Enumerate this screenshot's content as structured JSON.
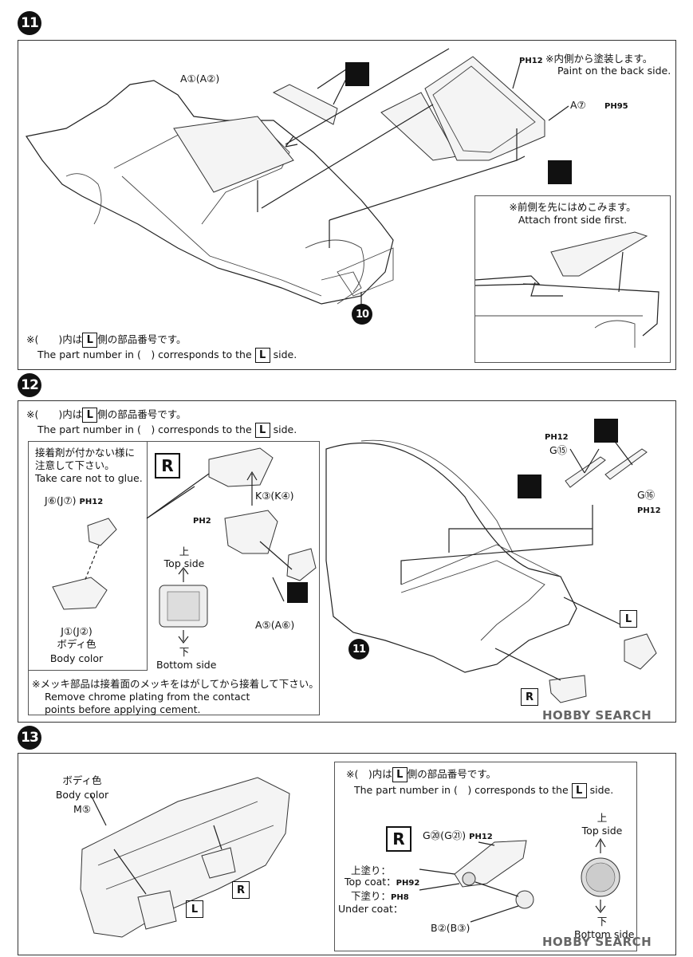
{
  "steps": {
    "s11": {
      "number": "11",
      "label_a1": "A①(A②)",
      "label_a7": "A⑦",
      "ph_a7": "PH95",
      "ph_glass": "PH12",
      "glass_note_jp": "※内側から塗装します。",
      "glass_note_en": "Paint on the back side.",
      "inset_note_jp": "※前側を先にはめこみます。",
      "inset_note_en": "Attach front side first.",
      "sub_num": "10",
      "lr_note_jp_pre": "※(　　)内は",
      "lr_note_jp_post": "側の部品番号です。",
      "lr_note_en_pre": "The part number in (　) corresponds to the",
      "lr_note_en_post": "side.",
      "lr_letter": "L"
    },
    "s12": {
      "number": "12",
      "lr_note_jp_pre": "※(　　)内は",
      "lr_note_jp_post": "側の部品番号です。",
      "lr_note_en_pre": "The part number in (　) corresponds to the",
      "lr_note_en_post": "side.",
      "lr_letter": "L",
      "glue_jp_1": "接着剤が付かない様に",
      "glue_jp_2": "注意して下さい。",
      "glue_en": "Take care not to glue.",
      "label_j6": "J⑥(J⑦)",
      "ph_j6": "PH12",
      "label_j1": "J①(J②)",
      "body_jp": "ボディ色",
      "body_en": "Body color",
      "r_badge": "R",
      "label_k3": "K③(K④)",
      "ph_k": "PH2",
      "top_jp": "上",
      "top_en": "Top side",
      "bottom_jp": "下",
      "bottom_en": "Bottom side",
      "label_a5": "A⑤(A⑥)",
      "chrome_note_jp": "※メッキ部品は接着面のメッキをはがしてから接着して下さい。",
      "chrome_note_en_1": "Remove chrome plating from the contact",
      "chrome_note_en_2": "points before applying cement.",
      "ph_g15": "PH12",
      "label_g15": "G⑮",
      "label_g16": "G⑯",
      "ph_g16": "PH12",
      "sub_num": "11",
      "badge_l": "L",
      "badge_r": "R"
    },
    "s13": {
      "number": "13",
      "body_jp": "ボディ色",
      "body_en": "Body color",
      "label_m5": "M⑤",
      "badge_r": "R",
      "badge_l": "L",
      "lr_note_jp_pre": "※(　)内は",
      "lr_note_jp_post": "側の部品番号です。",
      "lr_note_en_pre": "The part number in (　) corresponds to the",
      "lr_note_en_post": "side.",
      "lr_letter": "L",
      "r_big": "R",
      "label_g20": "G⑳(G㉑)",
      "ph_g20": "PH12",
      "topcoat_jp": "上塗り：",
      "topcoat_en": "Top coat：",
      "ph_top": "PH92",
      "undercoat_jp": "下塗り：",
      "undercoat_en": "Under coat：",
      "ph_under": "PH8",
      "label_b2": "B②(B③)",
      "top_jp": "上",
      "top_en": "Top side",
      "bottom_jp": "下",
      "bottom_en": "Bottom side"
    }
  },
  "watermark": "HOBBY SEARCH",
  "icons": [
    "chrome-part-icon",
    "arrow-up-icon",
    "arrow-down-icon",
    "step-number-icon"
  ]
}
